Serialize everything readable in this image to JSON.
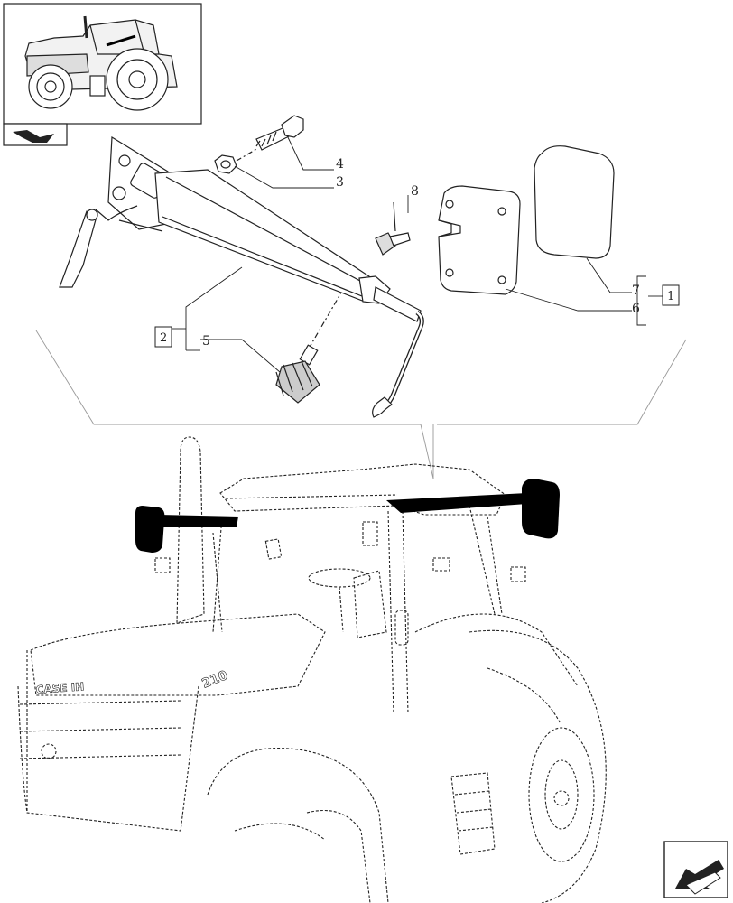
{
  "callouts": {
    "c1": "1",
    "c2": "2",
    "c3": "3",
    "c4": "4",
    "c5": "5",
    "c6": "6",
    "c7": "7",
    "c8": "8"
  },
  "badges": {
    "tractor_logo": "CASE IH",
    "model": "210"
  },
  "icons": {
    "thumbnail_nav": "tractor-thumbnail-icon",
    "view_arrow": "arrow-book-icon",
    "next_page": "next-page-arrow-icon"
  },
  "colors": {
    "line": "#222222",
    "highlight": "#000000",
    "paper": "#ffffff"
  }
}
